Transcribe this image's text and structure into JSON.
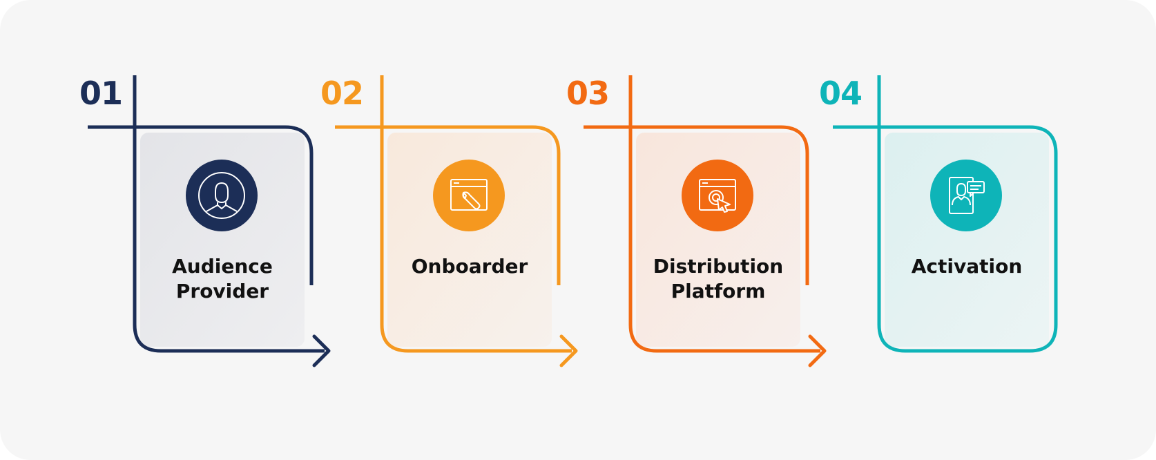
{
  "steps": [
    {
      "number": "01",
      "label_lines": [
        "Audience",
        "Provider"
      ],
      "color": "#1c2e57",
      "fill": "#e6e7eb",
      "icon": "user-profile-icon"
    },
    {
      "number": "02",
      "label_lines": [
        "Onboarder"
      ],
      "color": "#f5981f",
      "fill": "#f8ece1",
      "icon": "browser-wrench-icon"
    },
    {
      "number": "03",
      "label_lines": [
        "Distribution",
        "Platform"
      ],
      "color": "#f26a12",
      "fill": "#f8e9e1",
      "icon": "browser-click-icon"
    },
    {
      "number": "04",
      "label_lines": [
        "Activation"
      ],
      "color": "#0eb4b8",
      "fill": "#e0f1f1",
      "icon": "user-chat-icon"
    }
  ]
}
